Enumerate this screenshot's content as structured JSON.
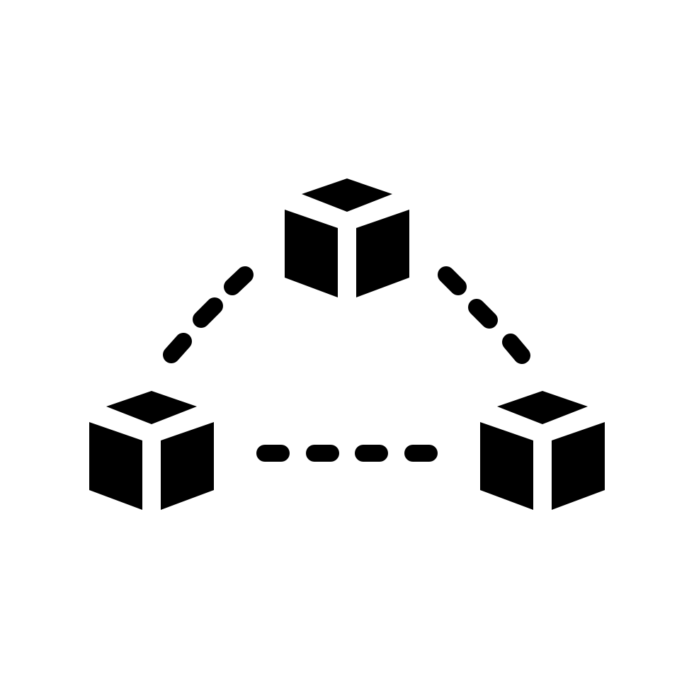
{
  "icon": {
    "name": "blockchain-network-icon",
    "style": "glyph",
    "fill_color": "#000000",
    "background_color": "#ffffff"
  },
  "nodes": [
    {
      "name": "cube-top-icon"
    },
    {
      "name": "cube-left-icon"
    },
    {
      "name": "cube-right-icon"
    }
  ],
  "connectors": [
    {
      "name": "dashed-link-top-left",
      "from": "cube-top-icon",
      "to": "cube-left-icon",
      "dashes": 3
    },
    {
      "name": "dashed-link-top-right",
      "from": "cube-top-icon",
      "to": "cube-right-icon",
      "dashes": 3
    },
    {
      "name": "dashed-link-bottom",
      "from": "cube-left-icon",
      "to": "cube-right-icon",
      "dashes": 4
    }
  ]
}
